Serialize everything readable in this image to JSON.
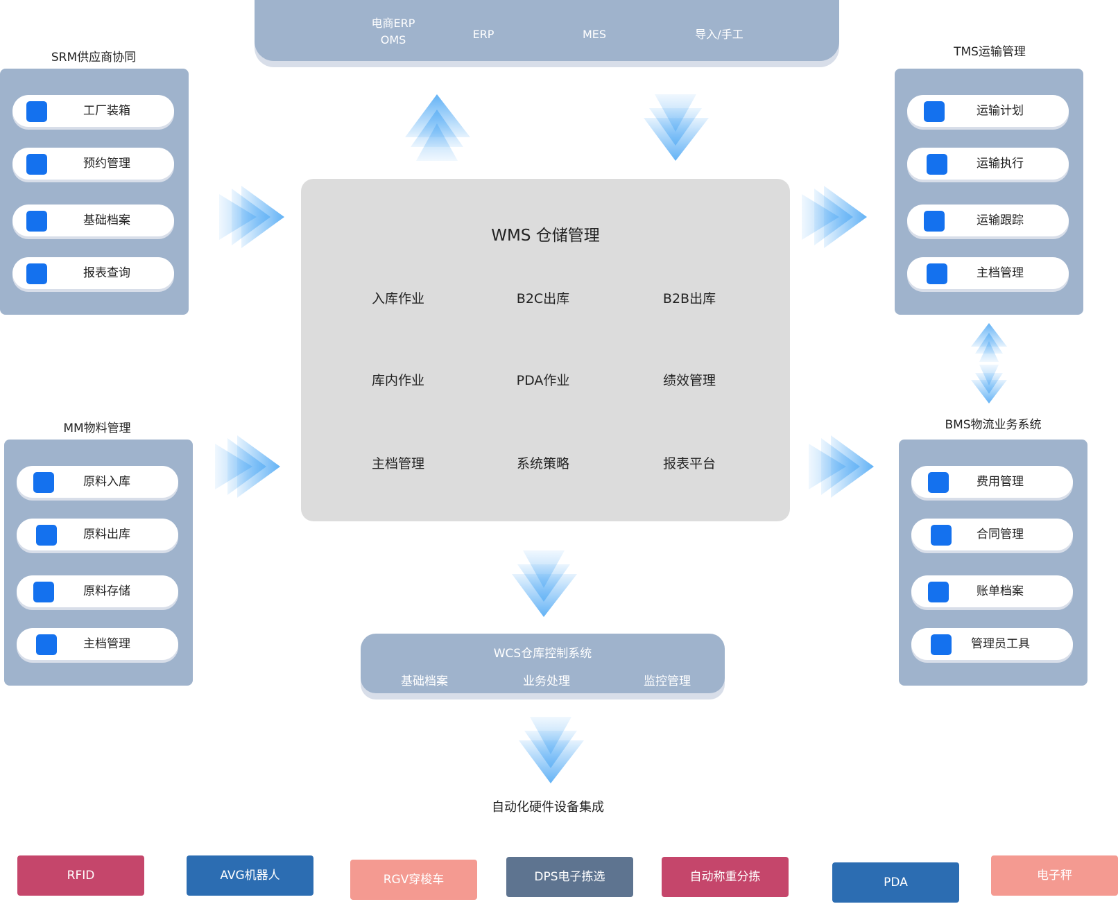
{
  "top_systems": {
    "item1_line1": "电商ERP",
    "item1_line2": "OMS",
    "item2": "ERP",
    "item3": "MES",
    "item4": "导入/手工"
  },
  "srm": {
    "title": "SRM供应商协同",
    "items": [
      "工厂装箱",
      "预约管理",
      "基础档案",
      "报表查询"
    ]
  },
  "mm": {
    "title": "MM物料管理",
    "items": [
      "原料入库",
      "原料出库",
      "原料存储",
      "主档管理"
    ]
  },
  "tms": {
    "title": "TMS运输管理",
    "items": [
      "运输计划",
      "运输执行",
      "运输跟踪",
      "主档管理"
    ]
  },
  "bms": {
    "title": "BMS物流业务系统",
    "items": [
      "费用管理",
      "合同管理",
      "账单档案",
      "管理员工具"
    ]
  },
  "wms": {
    "title": "WMS 仓储管理",
    "modules": [
      "入库作业",
      "B2C出库",
      "B2B出库",
      "库内作业",
      "PDA作业",
      "绩效管理",
      "主档管理",
      "系统策略",
      "报表平台"
    ]
  },
  "wcs": {
    "title": "WCS仓库控制系统",
    "items": [
      "基础档案",
      "业务处理",
      "监控管理"
    ]
  },
  "hardware": {
    "title": "自动化硬件设备集成",
    "items": [
      {
        "label": "RFID",
        "color": "#c5466b"
      },
      {
        "label": "AVG机器人",
        "color": "#2c6db2"
      },
      {
        "label": "RGV穿梭车",
        "color": "#f49a91"
      },
      {
        "label": "DPS电子拣选",
        "color": "#5e7490"
      },
      {
        "label": "自动称重分拣",
        "color": "#c5466b"
      },
      {
        "label": "PDA",
        "color": "#2c6db2"
      },
      {
        "label": "电子秤",
        "color": "#f49a91"
      }
    ]
  },
  "colors": {
    "panel": "#9fb3cc",
    "square": "#1471ee",
    "wms_bg": "#dcdcdc",
    "arrow": "#6ab8f5"
  }
}
